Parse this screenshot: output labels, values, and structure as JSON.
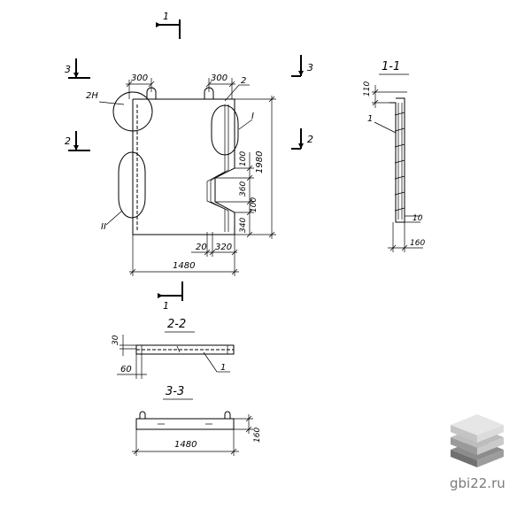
{
  "section_labels": {
    "s1_top": "1",
    "s1_bottom": "1",
    "s3_left": "3",
    "s3_right": "3",
    "s2_left": "2",
    "s2_right": "2",
    "view_1_1": "1-1",
    "view_2_2": "2-2",
    "view_3_3": "3-3"
  },
  "callouts": {
    "c_2n": "2Н",
    "c_2": "2",
    "c_I": "I",
    "c_II": "II",
    "c_1_view11": "1",
    "c_1_view22": "1"
  },
  "dimensions": {
    "d300_left": "300",
    "d300_right": "300",
    "d1980": "1980",
    "d100_a": "100",
    "d360": "360",
    "d100_b": "100",
    "d340": "340",
    "d20": "20",
    "d320": "320",
    "d1480_main": "1480",
    "d110": "110",
    "d10": "10",
    "d160_view11": "160",
    "d30": "30",
    "d60": "60",
    "d1480_view33": "1480",
    "d160_view33": "160"
  },
  "watermark": {
    "text": "gbi22.ru",
    "colors": {
      "top": "#e6e6e6",
      "mid": "#bdbdbd",
      "bottom": "#8c8c8c"
    }
  }
}
